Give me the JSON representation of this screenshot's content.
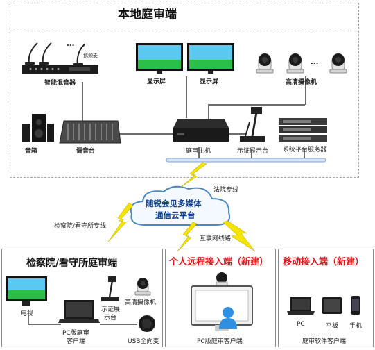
{
  "top": {
    "title": "本地庭审端",
    "labels": {
      "mic_note": "鹅颈麦",
      "mixer": "智能混音器",
      "monitor1": "显示屏",
      "monitor2": "显示屏",
      "hd_camera": "高清摄像机",
      "speaker": "音箱",
      "console": "调音台",
      "host": "庭审主机",
      "doc_camera": "示证展示台",
      "server": "系统平台服务器"
    },
    "ellipsis": "..."
  },
  "cloud": {
    "line1": "随锐会见多媒体",
    "line2": "通信云平台"
  },
  "links": {
    "court_line": "法院专线",
    "proc_line": "检察院/看守所专线",
    "internet": "互联网线路"
  },
  "bottom": {
    "left": {
      "title": "检察院/看守所庭审端",
      "labels": {
        "tv": "电视",
        "pc": "PC版庭审\n客户端",
        "pc_l1": "PC版庭审",
        "pc_l2": "客户端",
        "doc_l1": "示证展",
        "doc_l2": "示台",
        "hd_camera": "高清摄像机",
        "usb_mic": "USB全向麦"
      }
    },
    "middle": {
      "title": "个人远程接入端（新建）",
      "pc_client": "PC版庭审客户端"
    },
    "right": {
      "title": "移动接入端（新建）",
      "pc": "PC",
      "tablet": "平板",
      "phone": "手机",
      "client": "庭审软件客户端"
    }
  },
  "colors": {
    "red_title": "#e0161b",
    "cloud_text": "#0a3d8f",
    "bolt": "#f4e400",
    "screen_green": "#2bbf4a",
    "screen_sky": "#5ac8f0"
  }
}
